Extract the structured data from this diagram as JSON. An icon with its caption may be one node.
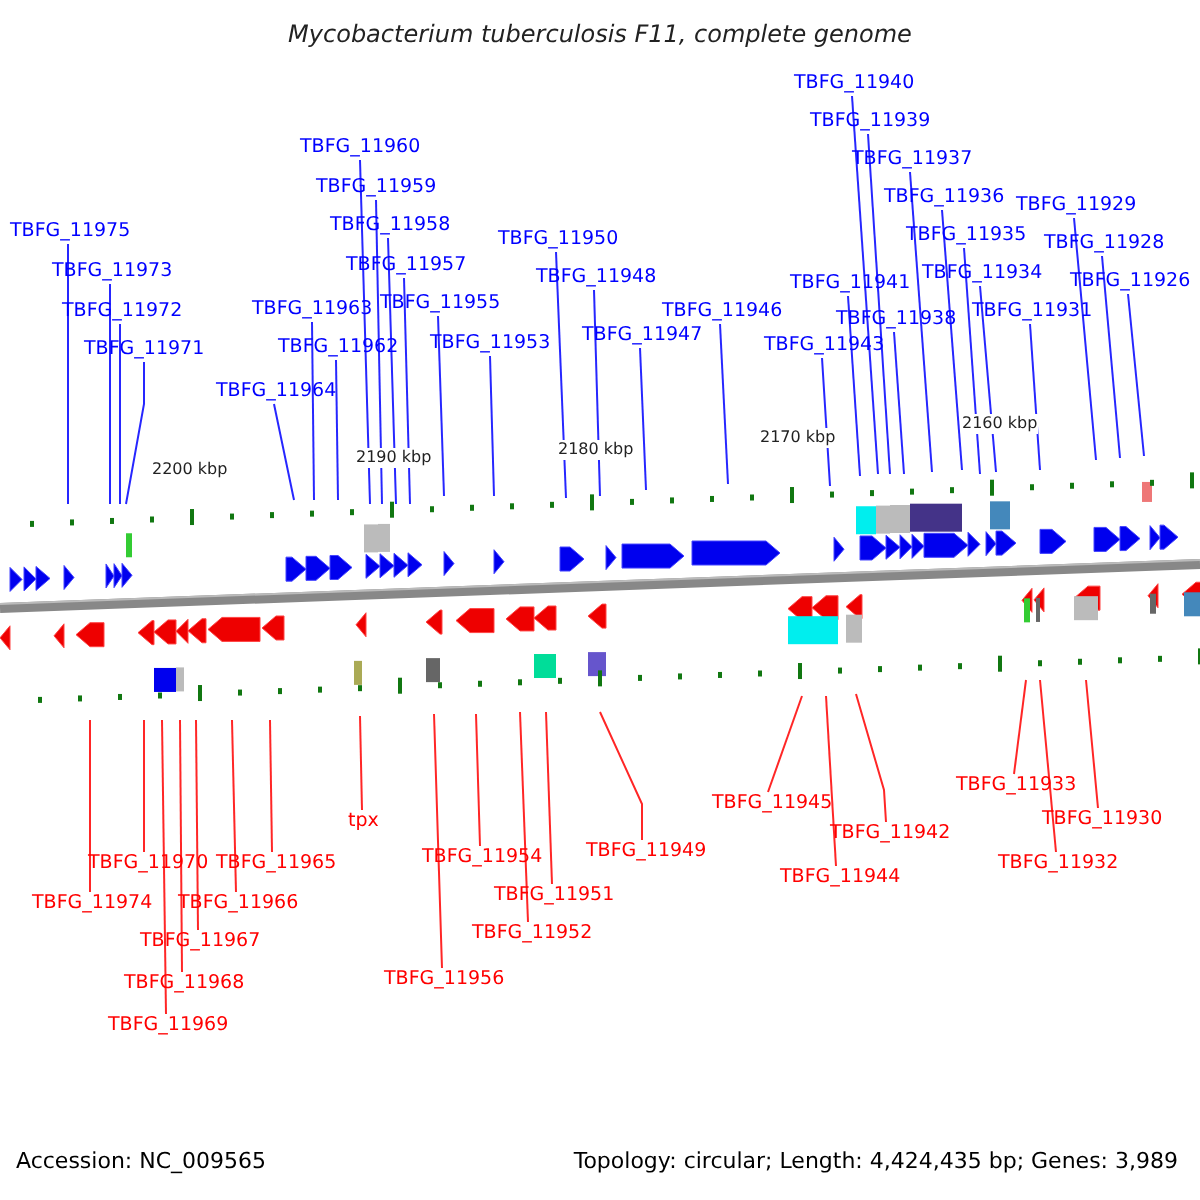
{
  "diagram": {
    "title": "Mycobacterium tuberculosis F11, complete genome",
    "nodes": [
      {
        "text": [
          "TBFG_11975"
        ]
      },
      {
        "text": [
          "TBFG_11973"
        ]
      },
      {
        "text": [
          "TBFG_11972"
        ]
      },
      {
        "text": [
          "TBFG_11971"
        ]
      },
      {
        "text": [
          "TBFG_11964"
        ]
      },
      {
        "text": [
          "TBFG_11963"
        ]
      },
      {
        "text": [
          "TBFG_11962"
        ]
      },
      {
        "text": [
          "TBFG_11960"
        ]
      },
      {
        "text": [
          "TBFG_11959"
        ]
      },
      {
        "text": [
          "TBFG_11958"
        ]
      },
      {
        "text": [
          "TBFG_11957"
        ]
      },
      {
        "text": [
          "TBFG_11955"
        ]
      },
      {
        "text": [
          "TBFG_11953"
        ]
      },
      {
        "text": [
          "TBFG_11950"
        ]
      },
      {
        "text": [
          "TBFG_11948"
        ]
      },
      {
        "text": [
          "TBFG_11947"
        ]
      },
      {
        "text": [
          "TBFG_11946"
        ]
      },
      {
        "text": [
          "TBFG_11943"
        ]
      },
      {
        "text": [
          "TBFG_11941"
        ]
      },
      {
        "text": [
          "TBFG_11938"
        ]
      },
      {
        "text": [
          "TBFG_11940"
        ]
      },
      {
        "text": [
          "TBFG_11939"
        ]
      },
      {
        "text": [
          "TBFG_11937"
        ]
      },
      {
        "text": [
          "TBFG_11936"
        ]
      },
      {
        "text": [
          "TBFG_11935"
        ]
      },
      {
        "text": [
          "TBFG_11934"
        ]
      },
      {
        "text": [
          "TBFG_11931"
        ]
      },
      {
        "text": [
          "TBFG_11929"
        ]
      },
      {
        "text": [
          "TBFG_11928"
        ]
      },
      {
        "text": [
          "TBFG_11926"
        ]
      },
      {
        "text": [
          "TBFG_11974"
        ]
      },
      {
        "text": [
          "TBFG_11970"
        ]
      },
      {
        "text": [
          "TBFG_11969"
        ]
      },
      {
        "text": [
          "TBFG_11968"
        ]
      },
      {
        "text": [
          "TBFG_11967"
        ]
      },
      {
        "text": [
          "TBFG_11966"
        ]
      },
      {
        "text": [
          "TBFG_11965"
        ]
      },
      {
        "text": [
          "tpx"
        ]
      },
      {
        "text": [
          "TBFG_11956"
        ]
      },
      {
        "text": [
          "TBFG_11954"
        ]
      },
      {
        "text": [
          "TBFG_11951"
        ]
      },
      {
        "text": [
          "TBFG_11952"
        ]
      },
      {
        "text": [
          "TBFG_11949"
        ]
      },
      {
        "text": [
          "TBFG_11945"
        ]
      },
      {
        "text": [
          "TBFG_11944"
        ]
      },
      {
        "text": [
          "TBFG_11942"
        ]
      },
      {
        "text": [
          "TBFG_11933"
        ]
      },
      {
        "text": [
          "TBFG_11932"
        ]
      },
      {
        "text": [
          "TBFG_11930"
        ]
      }
    ],
    "edges": [
      {
        "from": 0,
        "to": null,
        "arrow": "none"
      },
      {
        "from": 1,
        "to": null,
        "arrow": "none"
      },
      {
        "from": 2,
        "to": null,
        "arrow": "none"
      },
      {
        "from": 3,
        "to": null,
        "arrow": "none"
      },
      {
        "from": 4,
        "to": null,
        "arrow": "none"
      },
      {
        "from": 5,
        "to": null,
        "arrow": "none"
      },
      {
        "from": 6,
        "to": null,
        "arrow": "none"
      },
      {
        "from": 7,
        "to": null,
        "arrow": "none"
      },
      {
        "from": 8,
        "to": null,
        "arrow": "none"
      },
      {
        "from": 9,
        "to": null,
        "arrow": "none"
      },
      {
        "from": 10,
        "to": null,
        "arrow": "none"
      },
      {
        "from": 11,
        "to": null,
        "arrow": "none"
      },
      {
        "from": 12,
        "to": null,
        "arrow": "none"
      },
      {
        "from": 13,
        "to": null,
        "arrow": "none"
      },
      {
        "from": 14,
        "to": null,
        "arrow": "none"
      },
      {
        "from": 15,
        "to": null,
        "arrow": "none"
      },
      {
        "from": 16,
        "to": null,
        "arrow": "none"
      },
      {
        "from": 17,
        "to": null,
        "arrow": "none"
      },
      {
        "from": 18,
        "to": null,
        "arrow": "none"
      },
      {
        "from": 19,
        "to": null,
        "arrow": "none"
      },
      {
        "from": 20,
        "to": null,
        "arrow": "none"
      },
      {
        "from": 21,
        "to": null,
        "arrow": "none"
      },
      {
        "from": 22,
        "to": null,
        "arrow": "none"
      },
      {
        "from": 23,
        "to": null,
        "arrow": "none"
      },
      {
        "from": 24,
        "to": null,
        "arrow": "none"
      },
      {
        "from": 25,
        "to": null,
        "arrow": "none"
      },
      {
        "from": 26,
        "to": null,
        "arrow": "none"
      },
      {
        "from": 27,
        "to": null,
        "arrow": "none"
      },
      {
        "from": 28,
        "to": null,
        "arrow": "none"
      },
      {
        "from": 29,
        "to": null,
        "arrow": "none"
      },
      {
        "from": 30,
        "to": null,
        "arrow": "none",
        "color": "#ff0000"
      },
      {
        "from": 31,
        "to": null,
        "arrow": "none",
        "color": "#ff0000"
      },
      {
        "from": 32,
        "to": null,
        "arrow": "none",
        "color": "#ff0000"
      },
      {
        "from": 33,
        "to": null,
        "arrow": "none",
        "color": "#ff0000"
      },
      {
        "from": 34,
        "to": null,
        "arrow": "none",
        "color": "#ff0000"
      },
      {
        "from": 35,
        "to": null,
        "arrow": "none",
        "color": "#ff0000"
      },
      {
        "from": 36,
        "to": null,
        "arrow": "none",
        "color": "#ff0000"
      },
      {
        "from": 37,
        "to": null,
        "arrow": "none",
        "color": "#ff0000"
      },
      {
        "from": 38,
        "to": null,
        "arrow": "none",
        "color": "#ff0000"
      },
      {
        "from": 39,
        "to": null,
        "arrow": "none",
        "color": "#ff0000"
      },
      {
        "from": 40,
        "to": null,
        "arrow": "none",
        "color": "#ff0000"
      },
      {
        "from": 41,
        "to": null,
        "arrow": "none",
        "color": "#ff0000"
      },
      {
        "from": 42,
        "to": null,
        "arrow": "none",
        "color": "#ff0000"
      },
      {
        "from": 43,
        "to": null,
        "arrow": "none",
        "color": "#ff0000"
      },
      {
        "from": 44,
        "to": null,
        "arrow": "none",
        "color": "#ff0000"
      },
      {
        "from": 45,
        "to": null,
        "arrow": "none",
        "color": "#ff0000"
      },
      {
        "from": 46,
        "to": null,
        "arrow": "none",
        "color": "#ff0000"
      },
      {
        "from": 47,
        "to": null,
        "arrow": "none",
        "color": "#ff0000"
      },
      {
        "from": 48,
        "to": null,
        "arrow": "none",
        "color": "#ff0000"
      }
    ],
    "labels": [
      "2200 kbp",
      "2190 kbp",
      "2180 kbp",
      "2170 kbp",
      "2160 kbp",
      "Accession: NC_009565",
      "Topology: circular; Length: 4,424,435 bp; Genes: 3,989"
    ]
  }
}
